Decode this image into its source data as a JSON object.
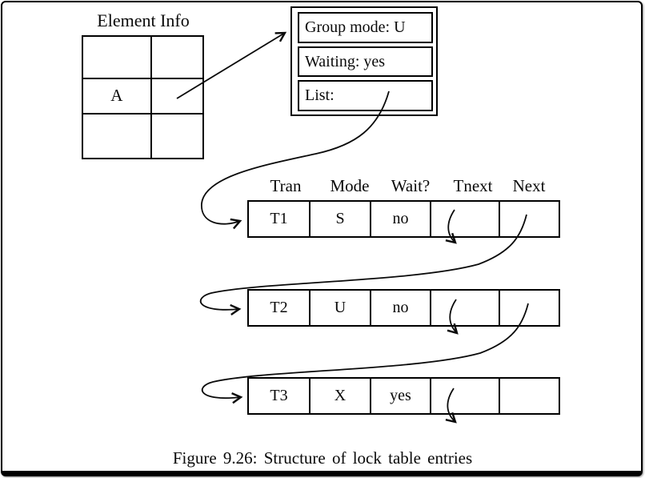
{
  "element_info": {
    "title": "Element Info",
    "cell_value": "A"
  },
  "lock_header_box": {
    "rows": [
      "Group mode: U",
      "Waiting: yes",
      "List:"
    ]
  },
  "list_table": {
    "columns": [
      "Tran",
      "Mode",
      "Wait?",
      "Tnext",
      "Next"
    ],
    "rows": [
      {
        "tran": "T1",
        "mode": "S",
        "wait": "no"
      },
      {
        "tran": "T2",
        "mode": "U",
        "wait": "no"
      },
      {
        "tran": "T3",
        "mode": "X",
        "wait": "yes"
      }
    ]
  },
  "caption": "Figure 9.26: Structure of lock table entries",
  "colors": {
    "ink": "#0a0a0a",
    "background": "#ffffff"
  }
}
